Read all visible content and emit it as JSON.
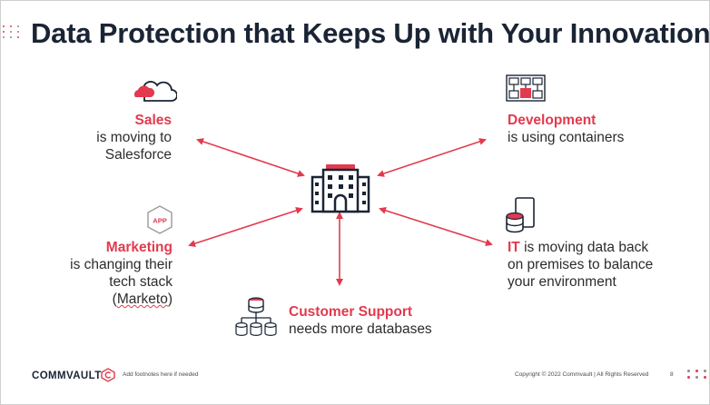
{
  "slide": {
    "title": "Data Protection that Keeps Up with Your Innovation",
    "accent_color": "#e23a4e",
    "title_color": "#1a2434",
    "sales": {
      "heading": "Sales",
      "line1": "is moving to",
      "line2": "Salesforce"
    },
    "marketing": {
      "heading": "Marketing",
      "line1": "is changing their",
      "line2_pre": "tech stack (",
      "line2_word": "Marketo",
      "line2_post": ")"
    },
    "development": {
      "heading": "Development",
      "line1": "is using containers"
    },
    "it": {
      "heading": "IT",
      "line1_rest": " is moving data back",
      "line2": "on premises to balance",
      "line3": "your environment"
    },
    "support": {
      "heading": "Customer Support",
      "line1": "needs more databases"
    },
    "app_badge": "APP"
  },
  "footer": {
    "logo": "COMMVAULT",
    "footnote": "Add footnotes here if needed",
    "copyright": "Copyright © 2022 Commvault  |  All Rights Reserved",
    "page_number": "8"
  }
}
